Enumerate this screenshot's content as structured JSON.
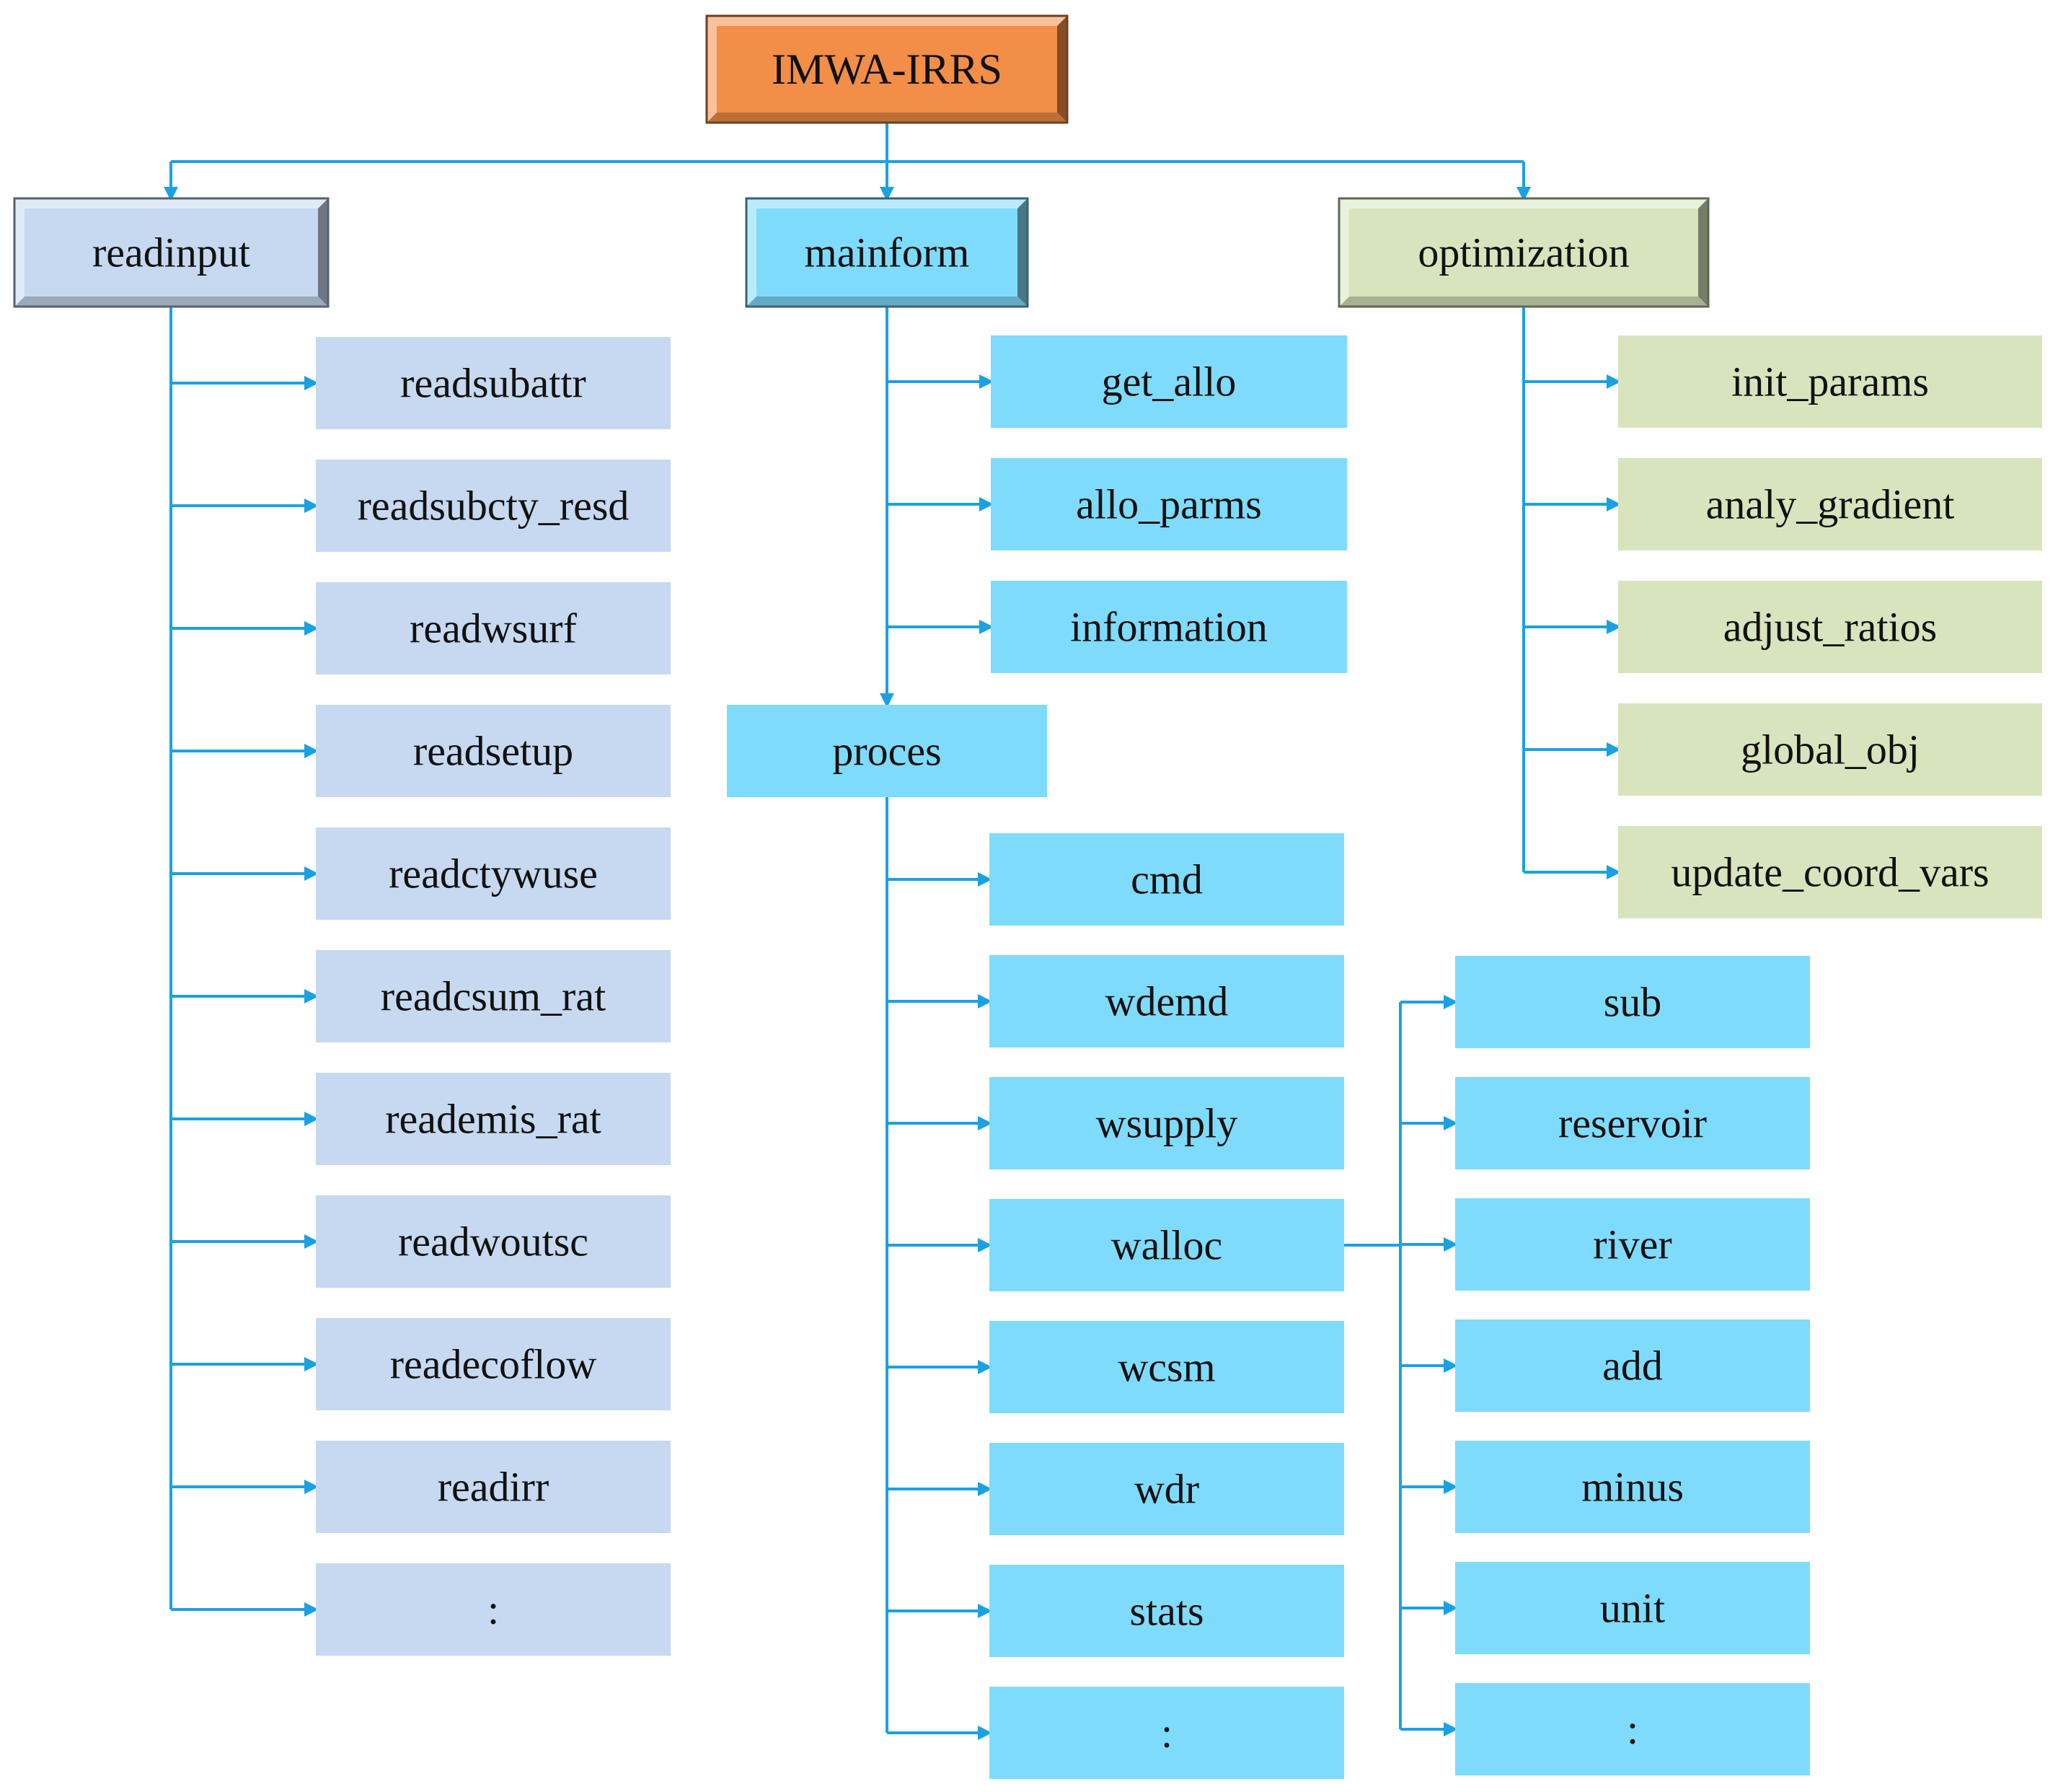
{
  "colors": {
    "connector": "#1ba1e2",
    "root_fill": "#f28e48",
    "readinput_fill": "#c6d9f1",
    "mainform_fill": "#7fdbfb",
    "optimization_fill": "#d7e4bd",
    "text": "#111111"
  },
  "root": {
    "label": "IMWA-IRRS"
  },
  "readinput": {
    "label": "readinput",
    "children": [
      "readsubattr",
      "readsubcty_resd",
      "readwsurf",
      "readsetup",
      "readctywuse",
      "readcsum_rat",
      "reademis_rat",
      "readwoutsc",
      "readecoflow",
      "readirr",
      ":"
    ]
  },
  "mainform": {
    "label": "mainform",
    "children": [
      "get_allo",
      "allo_parms",
      "information"
    ],
    "proces": {
      "label": "proces",
      "children": [
        "cmd",
        "wdemd",
        "wsupply",
        "walloc",
        "wcsm",
        "wdr",
        "stats",
        ":"
      ],
      "walloc_children": [
        "sub",
        "reservoir",
        "river",
        "add",
        "minus",
        "unit",
        ":"
      ]
    }
  },
  "optimization": {
    "label": "optimization",
    "children": [
      "init_params",
      "analy_gradient",
      "adjust_ratios",
      "global_obj",
      "update_coord_vars"
    ]
  }
}
